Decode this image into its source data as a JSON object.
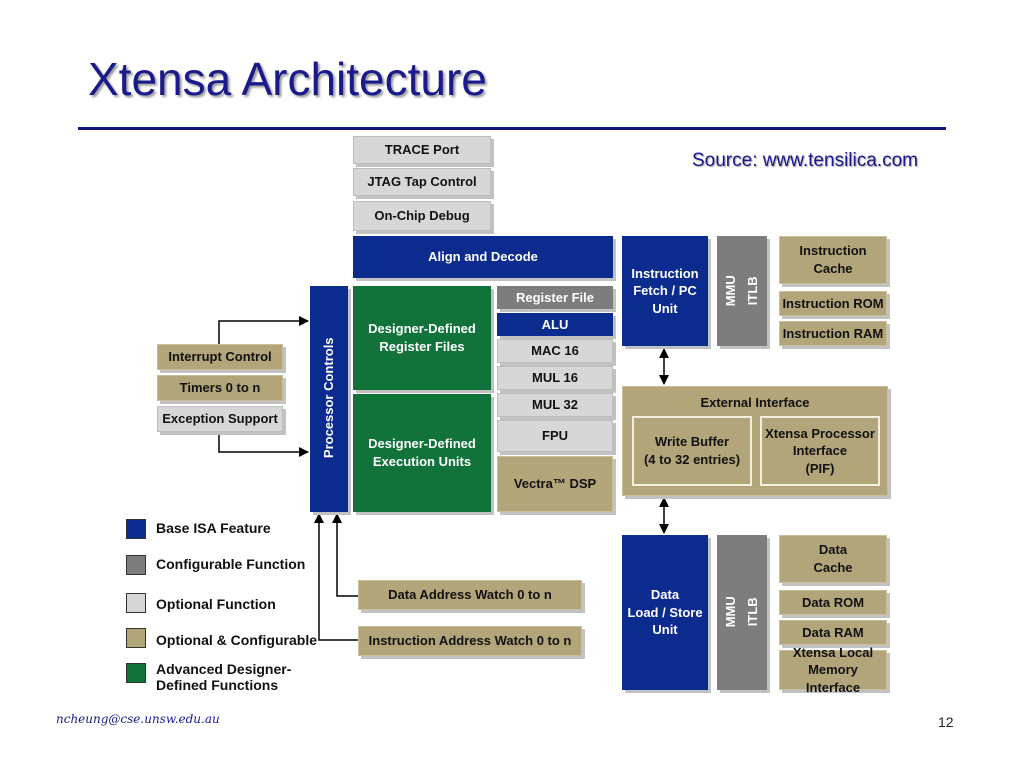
{
  "slide": {
    "title": "Xtensa Architecture",
    "source": "Source: www.tensilica.com",
    "footer_email": "ncheung@cse.unsw.edu.au",
    "page_number": "12"
  },
  "colors": {
    "base_isa": "#0c2b8e",
    "configurable": "#7d7d7d",
    "optional": "#d7d7d7",
    "optional_configurable": "#b3a57a",
    "advanced_designer": "#11723a",
    "title": "#1a1a8c"
  },
  "diagram": {
    "debug": {
      "trace_port": "TRACE Port",
      "jtag": "JTAG Tap Control",
      "on_chip_debug": "On-Chip Debug"
    },
    "align_decode": "Align and Decode",
    "instruction_fetch": "Instruction\nFetch / PC\nUnit",
    "mmu_top": "MMU",
    "itlb_top": "ITLB",
    "instruction_cache": "Instruction\nCache",
    "instruction_rom": "Instruction ROM",
    "instruction_ram": "Instruction RAM",
    "processor_controls": "Processor Controls",
    "interrupt_control": "Interrupt Control",
    "timers": "Timers 0 to n",
    "exception_support": "Exception Support",
    "designer_register_files": "Designer-Defined\nRegister Files",
    "designer_execution_units": "Designer-Defined\nExecution Units",
    "register_file": "Register File",
    "alu": "ALU",
    "mac16": "MAC 16",
    "mul16": "MUL 16",
    "mul32": "MUL 32",
    "fpu": "FPU",
    "vectra_dsp": "Vectra™ DSP",
    "external_interface": "External Interface",
    "write_buffer": "Write Buffer\n(4 to 32 entries)",
    "pif": "Xtensa Processor\nInterface\n(PIF)",
    "data_lsu": "Data\nLoad / Store\nUnit",
    "mmu_bottom": "MMU",
    "itlb_bottom": "ITLB",
    "data_cache": "Data\nCache",
    "data_rom": "Data ROM",
    "data_ram": "Data RAM",
    "local_memory": "Xtensa Local\nMemory Interface",
    "data_address_watch": "Data Address Watch 0 to n",
    "instruction_address_watch": "Instruction Address Watch 0 to n"
  },
  "legend": [
    {
      "label": "Base ISA Feature",
      "color": "#0c2b8e"
    },
    {
      "label": "Configurable Function",
      "color": "#7d7d7d"
    },
    {
      "label": "Optional Function",
      "color": "#d7d7d7"
    },
    {
      "label": "Optional & Configurable",
      "color": "#b3a57a"
    },
    {
      "label": "Advanced Designer-\nDefined Functions",
      "color": "#11723a"
    }
  ]
}
